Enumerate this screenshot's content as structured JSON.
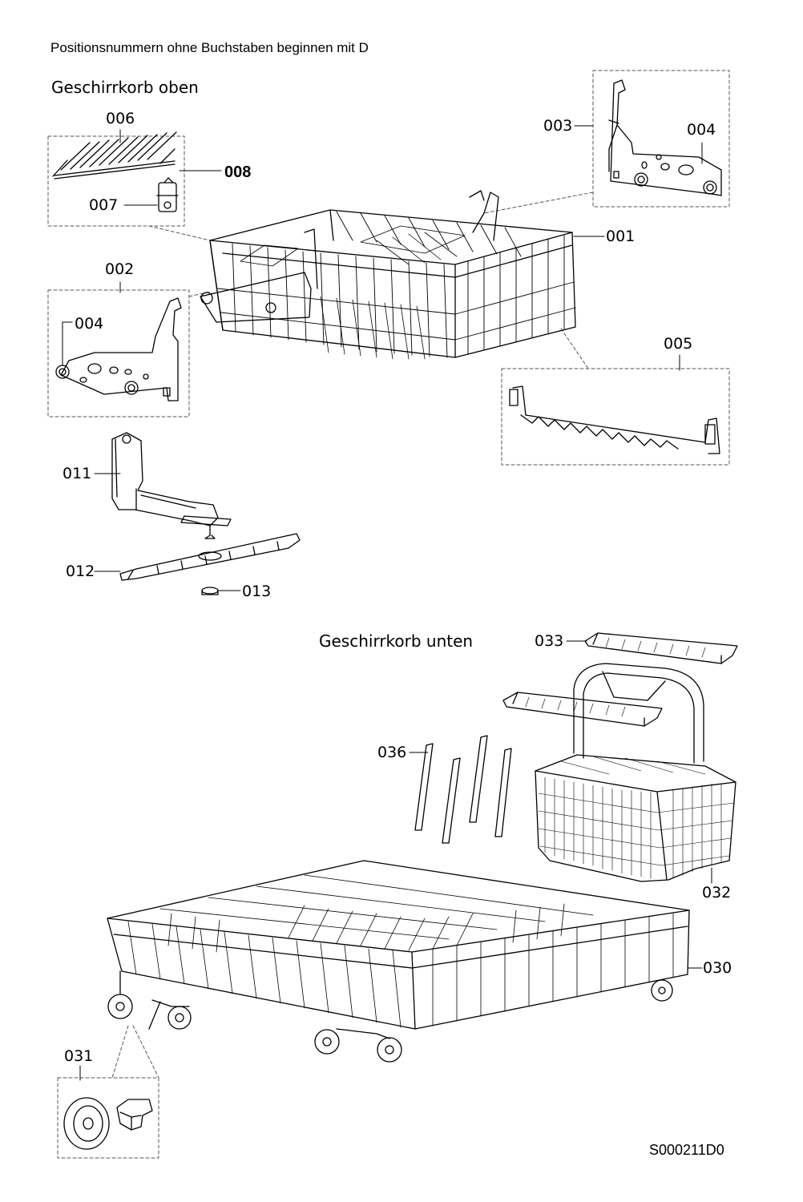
{
  "header": {
    "note": "Positionsnummern ohne Buchstaben beginnen mit D"
  },
  "sections": {
    "upper": "Geschirrkorb oben",
    "lower": "Geschirrkorb unten"
  },
  "parts": {
    "p001": "001",
    "p002": "002",
    "p003": "003",
    "p004a": "004",
    "p004b": "004",
    "p005": "005",
    "p006": "006",
    "p007": "007",
    "p008": "008",
    "p011": "011",
    "p012": "012",
    "p013": "013",
    "p030": "030",
    "p031": "031",
    "p032": "032",
    "p033": "033",
    "p036": "036"
  },
  "footer": {
    "doc_id": "S000211D0"
  }
}
